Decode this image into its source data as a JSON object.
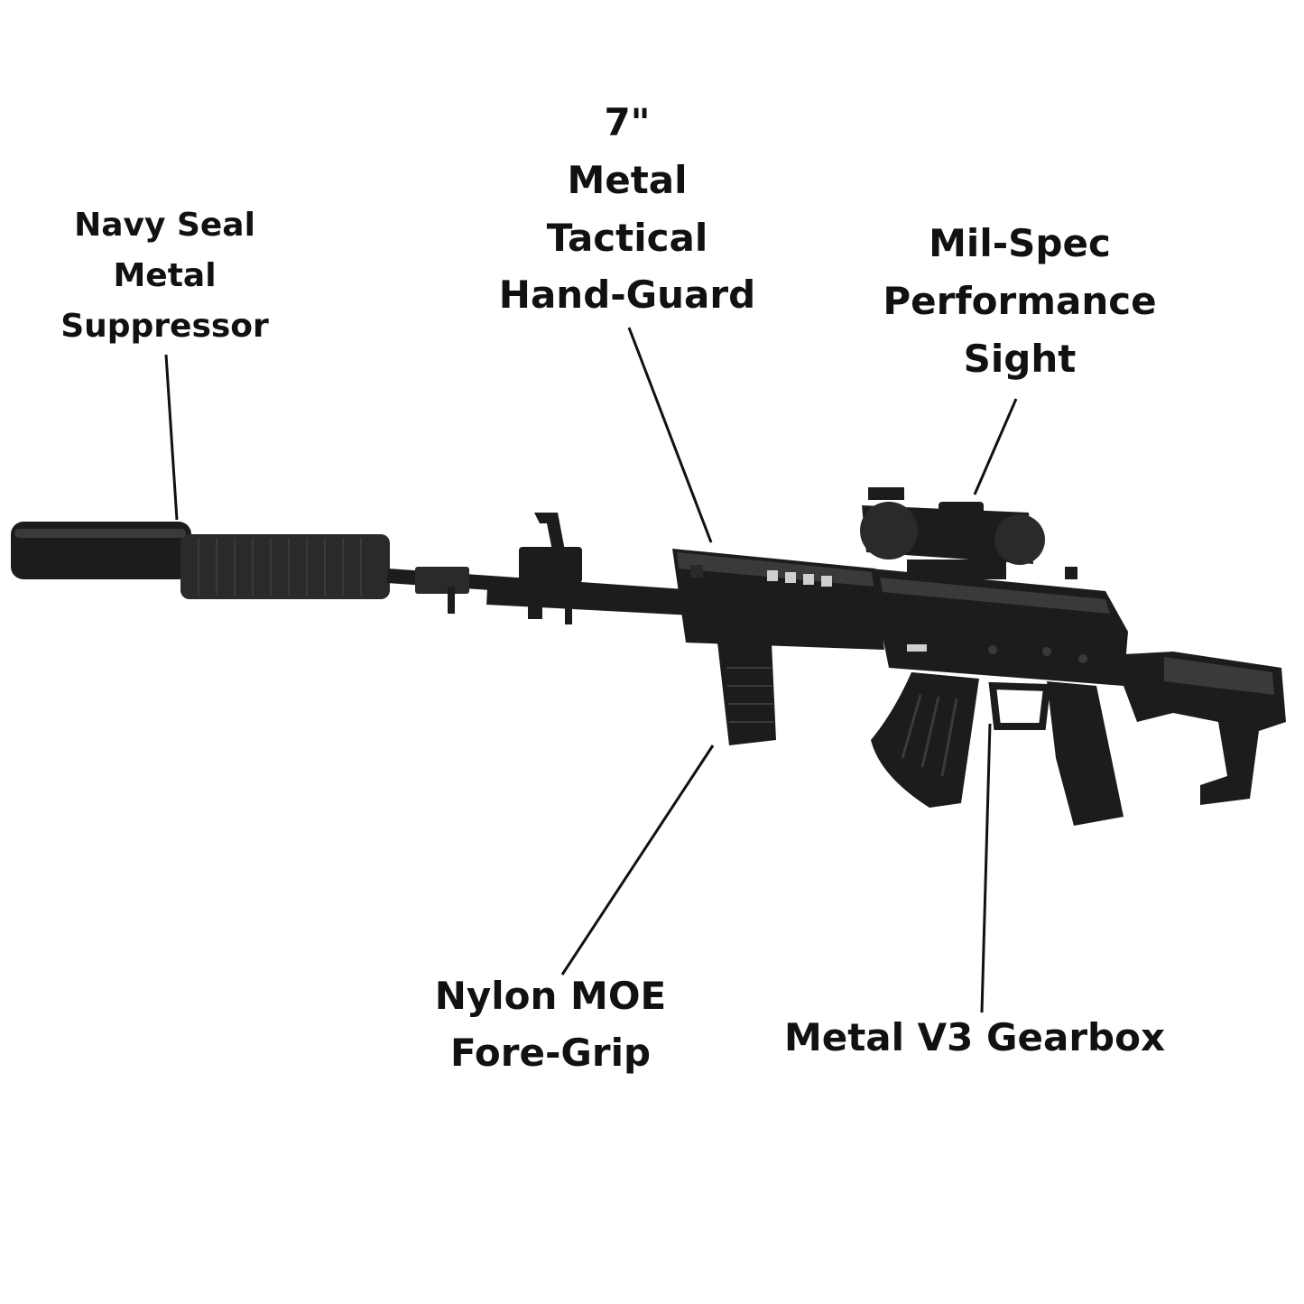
{
  "callouts": {
    "suppressor": {
      "lines": [
        "Navy Seal",
        "Metal",
        "Suppressor"
      ]
    },
    "handguard": {
      "lines": [
        "7\"",
        "Metal",
        "Tactical",
        "Hand-Guard"
      ]
    },
    "sight": {
      "lines": [
        "Mil-Spec",
        "Performance",
        "Sight"
      ]
    },
    "foregrip": {
      "lines": [
        "Nylon MOE",
        "Fore-Grip"
      ]
    },
    "gearbox": {
      "lines": [
        "Metal V3 Gearbox"
      ]
    }
  },
  "colors": {
    "background": "#ffffff",
    "text": "#111111",
    "leader_line": "#111111",
    "rifle_body": "#1c1c1e",
    "rifle_highlight": "#3a3a3d"
  }
}
